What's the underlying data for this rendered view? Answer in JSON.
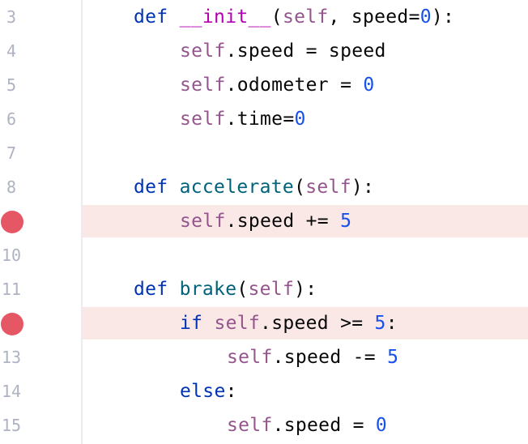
{
  "editor": {
    "language": "python",
    "colors": {
      "keyword": "#0033b3",
      "magic_method": "#b200b2",
      "function": "#00627a",
      "self": "#94558d",
      "number": "#1750eb",
      "text": "#080808",
      "line_number": "#aeb3c2",
      "breakpoint": "#e55765",
      "breakpoint_line_bg": "#fae8e7"
    },
    "lines": [
      {
        "number": "3",
        "breakpoint": false,
        "tokens": {
          "t1": "def",
          "t2": " ",
          "t3": "__init__",
          "t4": "(",
          "t5": "self",
          "t6": ", speed=",
          "t7": "0",
          "t8": "):"
        }
      },
      {
        "number": "4",
        "breakpoint": false,
        "tokens": {
          "t1": "self",
          "t2": ".speed = speed"
        }
      },
      {
        "number": "5",
        "breakpoint": false,
        "tokens": {
          "t1": "self",
          "t2": ".odometer = ",
          "t3": "0"
        }
      },
      {
        "number": "6",
        "breakpoint": false,
        "tokens": {
          "t1": "self",
          "t2": ".time=",
          "t3": "0"
        }
      },
      {
        "number": "7",
        "breakpoint": false,
        "tokens": {}
      },
      {
        "number": "8",
        "breakpoint": false,
        "tokens": {
          "t1": "def",
          "t2": " ",
          "t3": "accelerate",
          "t4": "(",
          "t5": "self",
          "t6": "):"
        }
      },
      {
        "number": "9",
        "breakpoint": true,
        "tokens": {
          "t1": "self",
          "t2": ".speed += ",
          "t3": "5"
        }
      },
      {
        "number": "10",
        "breakpoint": false,
        "tokens": {}
      },
      {
        "number": "11",
        "breakpoint": false,
        "tokens": {
          "t1": "def",
          "t2": " ",
          "t3": "brake",
          "t4": "(",
          "t5": "self",
          "t6": "):"
        }
      },
      {
        "number": "12",
        "breakpoint": true,
        "tokens": {
          "t1": "if",
          "t2": " ",
          "t3": "self",
          "t4": ".speed >= ",
          "t5": "5",
          "t6": ":"
        }
      },
      {
        "number": "13",
        "breakpoint": false,
        "tokens": {
          "t1": "self",
          "t2": ".speed -= ",
          "t3": "5"
        }
      },
      {
        "number": "14",
        "breakpoint": false,
        "tokens": {
          "t1": "else",
          "t2": ":"
        }
      },
      {
        "number": "15",
        "breakpoint": false,
        "tokens": {
          "t1": "self",
          "t2": ".speed = ",
          "t3": "0"
        }
      }
    ]
  }
}
